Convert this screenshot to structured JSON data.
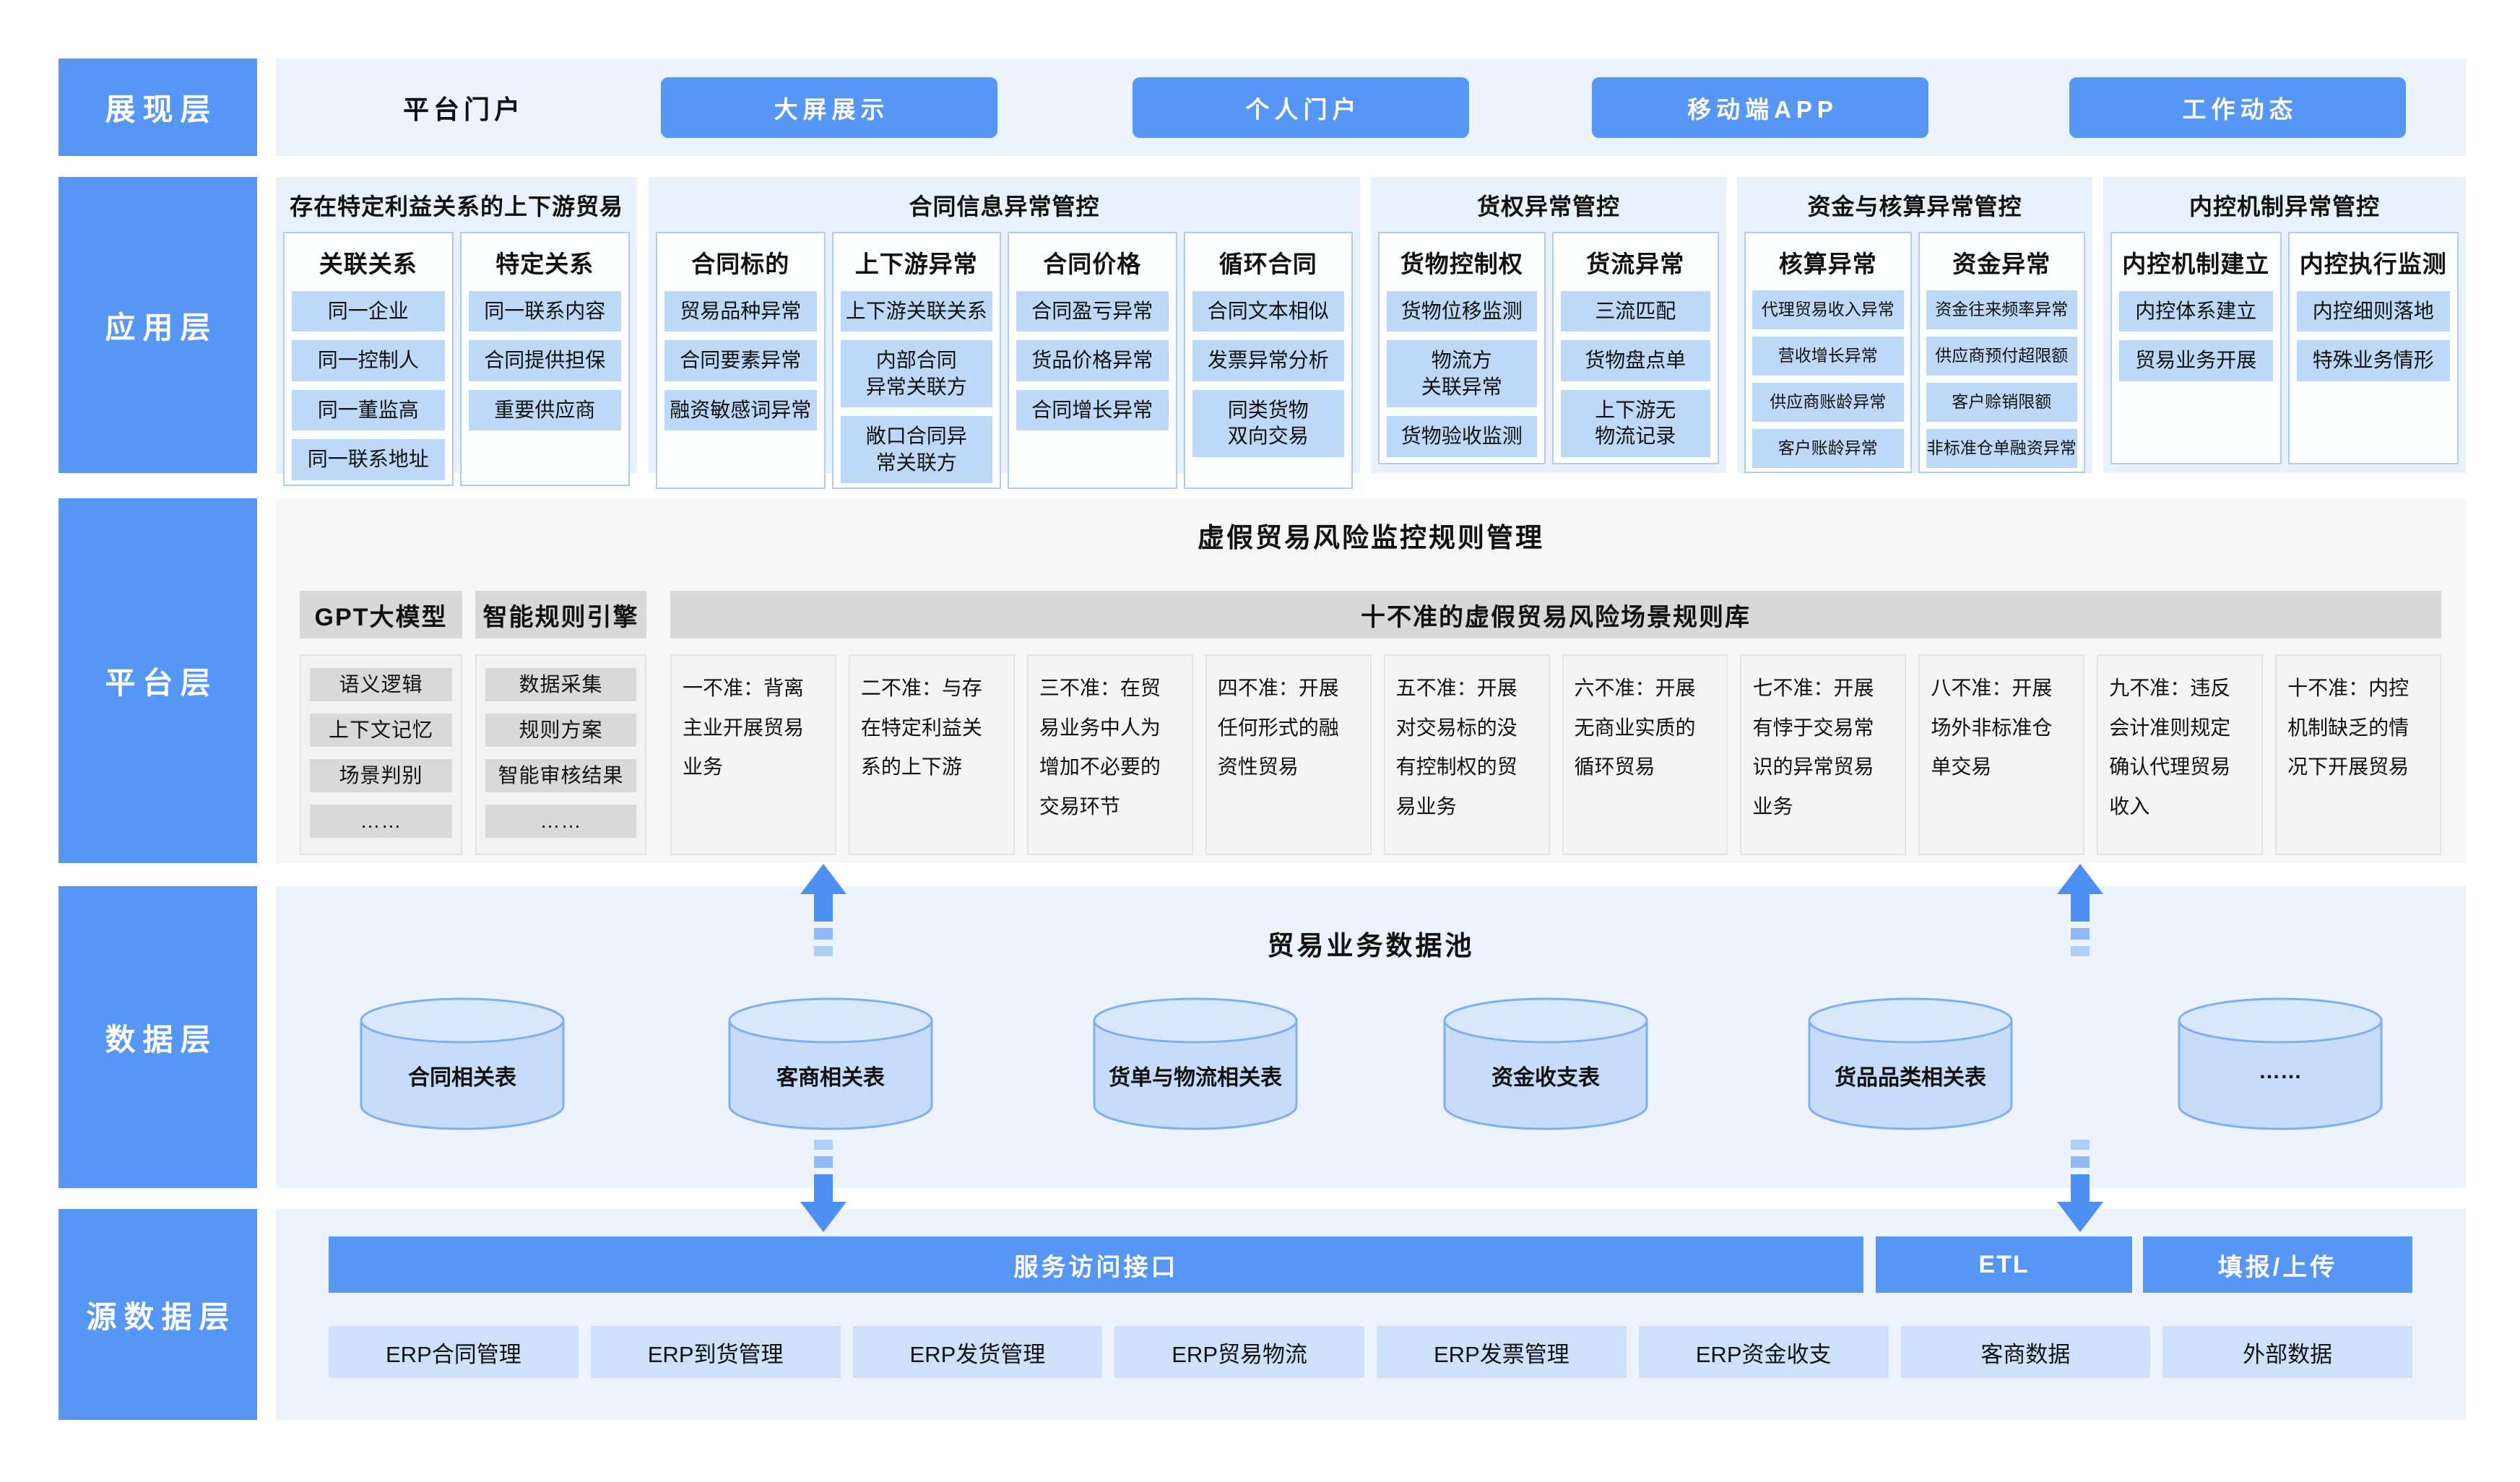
{
  "colors": {
    "primary_blue": "#5697F6",
    "panel_light_blue": "#EDF3FD",
    "app_group_blue": "#E9F1FC",
    "chip_blue": "#BED8F7",
    "gray_header": "#D8D8D8",
    "gray_panel": "#F6F6F6",
    "gray_chip": "#D9D9D9",
    "cylinder_fill": "#C6DCFA",
    "cylinder_stroke": "#80AFF0",
    "arrow_blue": "#4E8FF2"
  },
  "sidebar": {
    "layers": [
      "展现层",
      "应用层",
      "平台层",
      "数据层",
      "源数据层"
    ]
  },
  "presentation": {
    "portal": "平台门户",
    "buttons": [
      "大屏展示",
      "个人门户",
      "移动端APP",
      "工作动态"
    ]
  },
  "application": {
    "groups": [
      {
        "title": "存在特定利益关系的上下游贸易",
        "columns": [
          {
            "header": "关联关系",
            "items": [
              "同一企业",
              "同一控制人",
              "同一董监高",
              "同一联系地址"
            ]
          },
          {
            "header": "特定关系",
            "items": [
              "同一联系内容",
              "合同提供担保",
              "重要供应商"
            ]
          }
        ]
      },
      {
        "title": "合同信息异常管控",
        "columns": [
          {
            "header": "合同标的",
            "items": [
              "贸易品种异常",
              "合同要素异常",
              "融资敏感词异常"
            ]
          },
          {
            "header": "上下游异常",
            "items": [
              "上下游关联关系",
              "内部合同\n异常关联方",
              "敞口合同异\n常关联方"
            ]
          },
          {
            "header": "合同价格",
            "items": [
              "合同盈亏异常",
              "货品价格异常",
              "合同增长异常"
            ]
          },
          {
            "header": "循环合同",
            "items": [
              "合同文本相似",
              "发票异常分析",
              "同类货物\n双向交易"
            ]
          }
        ]
      },
      {
        "title": "货权异常管控",
        "columns": [
          {
            "header": "货物控制权",
            "items": [
              "货物位移监测",
              "物流方\n关联异常",
              "货物验收监测"
            ]
          },
          {
            "header": "货流异常",
            "items": [
              "三流匹配",
              "货物盘点单",
              "上下游无\n物流记录"
            ]
          }
        ]
      },
      {
        "title": "资金与核算异常管控",
        "columns": [
          {
            "header": "核算异常",
            "items": [
              "代理贸易收入异常",
              "营收增长异常",
              "供应商账龄异常",
              "客户账龄异常"
            ]
          },
          {
            "header": "资金异常",
            "items": [
              "资金往来频率异常",
              "供应商预付超限额",
              "客户赊销限额",
              "非标准仓单融资异常"
            ]
          }
        ]
      },
      {
        "title": "内控机制异常管控",
        "columns": [
          {
            "header": "内控机制建立",
            "items": [
              "内控体系建立",
              "贸易业务开展"
            ]
          },
          {
            "header": "内控执行监测",
            "items": [
              "内控细则落地",
              "特殊业务情形"
            ]
          }
        ]
      }
    ]
  },
  "platform": {
    "title": "虚假贸易风险监控规则管理",
    "gpt": {
      "header": "GPT大模型",
      "items": [
        "语义逻辑",
        "上下文记忆",
        "场景判别",
        "……"
      ]
    },
    "engine": {
      "header": "智能规则引擎",
      "items": [
        "数据采集",
        "规则方案",
        "智能审核结果",
        "……"
      ]
    },
    "library": {
      "header": "十不准的虚假贸易风险场景规则库",
      "rules": [
        "一不准：背离主业开展贸易业务",
        "二不准：与存在特定利益关系的上下游",
        "三不准：在贸易业务中人为增加不必要的交易环节",
        "四不准：开展任何形式的融资性贸易",
        "五不准：开展对交易标的没有控制权的贸易业务",
        "六不准：开展无商业实质的循环贸易",
        "七不准：开展有悖于交易常识的异常贸易业务",
        "八不准：开展场外非标准仓单交易",
        "九不准：违反会计准则规定确认代理贸易收入",
        "十不准：内控机制缺乏的情况下开展贸易"
      ]
    }
  },
  "data_layer": {
    "title": "贸易业务数据池",
    "tables": [
      "合同相关表",
      "客商相关表",
      "货单与物流相关表",
      "资金收支表",
      "货品品类相关表",
      "……"
    ]
  },
  "source_layer": {
    "service_bar": "服务访问接口",
    "etl": "ETL",
    "upload": "填报/上传",
    "systems": [
      "ERP合同管理",
      "ERP到货管理",
      "ERP发货管理",
      "ERP贸易物流",
      "ERP发票管理",
      "ERP资金收支",
      "客商数据",
      "外部数据"
    ]
  }
}
